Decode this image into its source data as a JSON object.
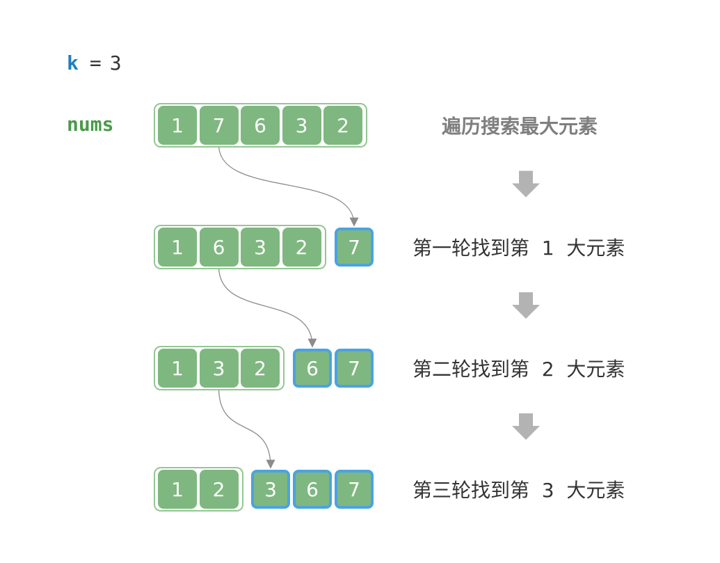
{
  "k_label": {
    "var": "k",
    "eq": "=",
    "value": "3"
  },
  "nums_label": "nums",
  "colors": {
    "cell_fill": "#7fb780",
    "frame_border": "#92c792",
    "found_border": "#4ba3e0",
    "arrow": "#b3b3b3",
    "curve": "#8c8c8c"
  },
  "steps": [
    {
      "label": "遍历搜索最大元素",
      "remaining": [
        "1",
        "7",
        "6",
        "3",
        "2"
      ],
      "found": []
    },
    {
      "label": "第一轮找到第  1  大元素",
      "remaining": [
        "1",
        "6",
        "3",
        "2"
      ],
      "found": [
        "7"
      ]
    },
    {
      "label": "第二轮找到第  2  大元素",
      "remaining": [
        "1",
        "3",
        "2"
      ],
      "found": [
        "6",
        "7"
      ]
    },
    {
      "label": "第三轮找到第  3  大元素",
      "remaining": [
        "1",
        "2"
      ],
      "found": [
        "3",
        "6",
        "7"
      ]
    }
  ]
}
